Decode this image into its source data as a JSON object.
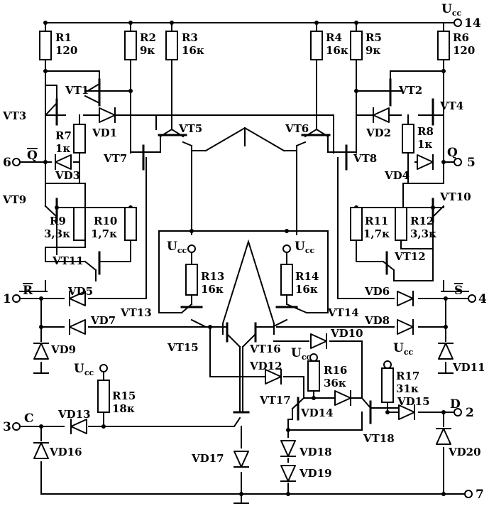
{
  "supply": {
    "label": "U",
    "sub": "cc"
  },
  "pins": [
    {
      "num": "14",
      "name": ""
    },
    {
      "num": "6",
      "name": "Q"
    },
    {
      "num": "5",
      "name": "Q"
    },
    {
      "num": "1",
      "name": "R"
    },
    {
      "num": "4",
      "name": "S"
    },
    {
      "num": "3",
      "name": "C"
    },
    {
      "num": "2",
      "name": "D"
    },
    {
      "num": "7",
      "name": ""
    }
  ],
  "resistors": [
    {
      "id": "R1",
      "value": "120"
    },
    {
      "id": "R2",
      "value": "9к"
    },
    {
      "id": "R3",
      "value": "16к"
    },
    {
      "id": "R4",
      "value": "16к"
    },
    {
      "id": "R5",
      "value": "9к"
    },
    {
      "id": "R6",
      "value": "120"
    },
    {
      "id": "R7",
      "value": "1к"
    },
    {
      "id": "R8",
      "value": "1к"
    },
    {
      "id": "R9",
      "value": "3,3к"
    },
    {
      "id": "R10",
      "value": "1,7к"
    },
    {
      "id": "R11",
      "value": "1,7к"
    },
    {
      "id": "R12",
      "value": "3,3к"
    },
    {
      "id": "R13",
      "value": "16к"
    },
    {
      "id": "R14",
      "value": "16к"
    },
    {
      "id": "R15",
      "value": "18к"
    },
    {
      "id": "R16",
      "value": "36к"
    },
    {
      "id": "R17",
      "value": "31к"
    }
  ],
  "transistors": [
    "VT1",
    "VT2",
    "VT3",
    "VT4",
    "VT5",
    "VT6",
    "VT7",
    "VT8",
    "VT9",
    "VT10",
    "VT11",
    "VT12",
    "VT13",
    "VT14",
    "VT15",
    "VT16",
    "VT17",
    "VT18"
  ],
  "diodes": [
    "VD1",
    "VD2",
    "VD3",
    "VD4",
    "VD5",
    "VD6",
    "VD7",
    "VD8",
    "VD9",
    "VD10",
    "VD11",
    "VD12",
    "VD13",
    "VD14",
    "VD15",
    "VD16",
    "VD17",
    "VD18",
    "VD19",
    "VD20"
  ]
}
